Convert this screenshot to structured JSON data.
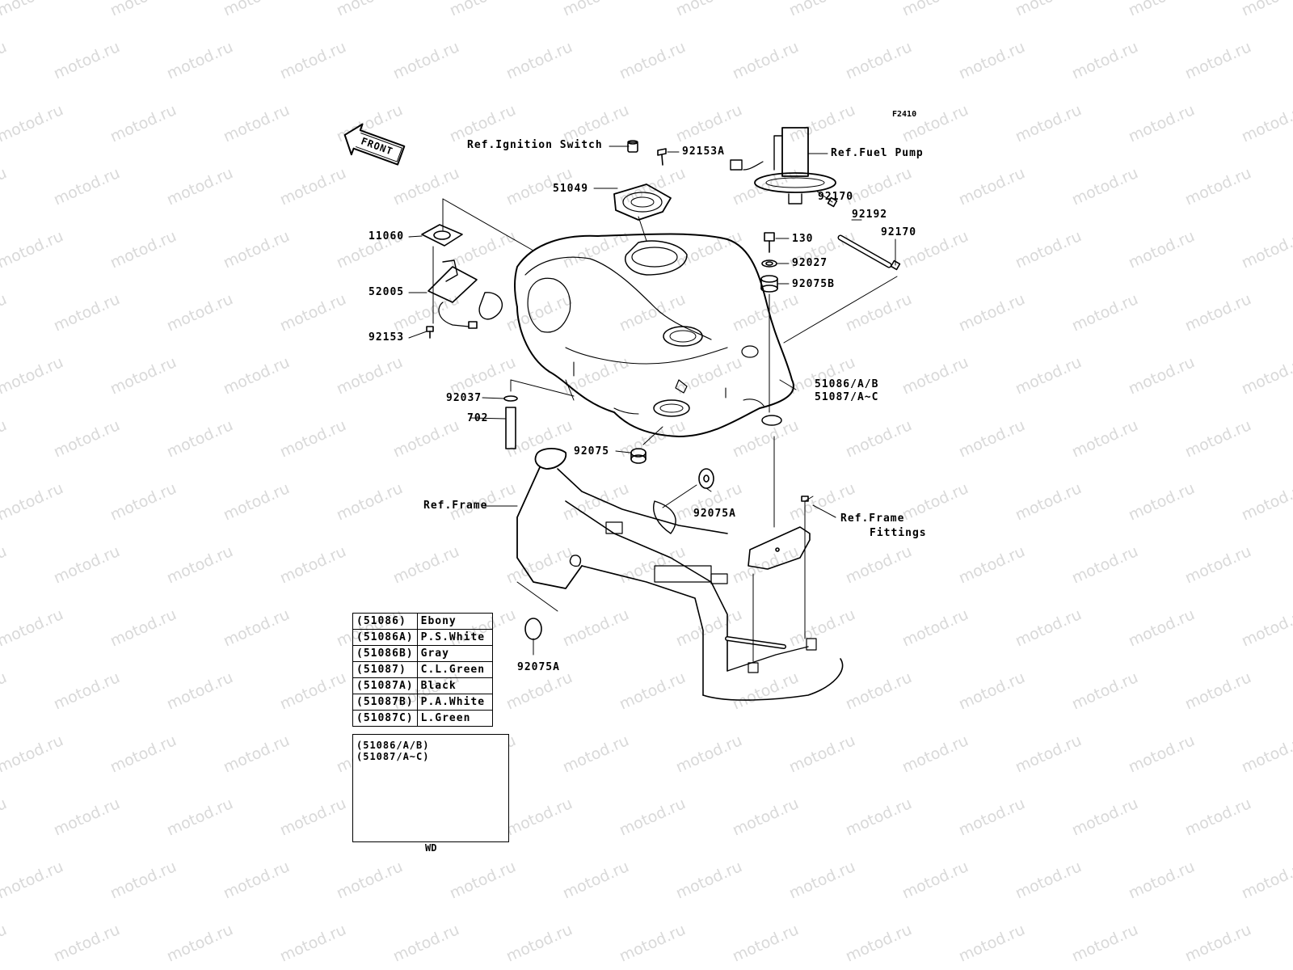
{
  "watermark_text": "motod.ru",
  "diagram_code": "F2410",
  "front_arrow": "FRONT",
  "labels": {
    "ignition_switch": "Ref.Ignition Switch",
    "p92153a": "92153A",
    "fuel_pump": "Ref.Fuel Pump",
    "p51049": "51049",
    "p92170_a": "92170",
    "p92192": "92192",
    "p92170_b": "92170",
    "p11060": "11060",
    "p130": "130",
    "p92027": "92027",
    "p52005": "52005",
    "p92075b": "92075B",
    "p92153": "92153",
    "tank_line1": "51086/A/B",
    "tank_line2": "51087/A~C",
    "p92037": "92037",
    "p702": "702",
    "p92075": "92075",
    "frame": "Ref.Frame",
    "p92075a_a": "92075A",
    "frame_fittings_1": "Ref.Frame",
    "frame_fittings_2": "Fittings",
    "p92075a_b": "92075A"
  },
  "color_table": [
    {
      "code": "(51086)",
      "name": "Ebony"
    },
    {
      "code": "(51086A)",
      "name": "P.S.White"
    },
    {
      "code": "(51086B)",
      "name": "Gray"
    },
    {
      "code": "(51087)",
      "name": "C.L.Green"
    },
    {
      "code": "(51087A)",
      "name": "Black"
    },
    {
      "code": "(51087B)",
      "name": "P.A.White"
    },
    {
      "code": "(51087C)",
      "name": "L.Green"
    }
  ],
  "inset": {
    "line1": "(51086/A/B)",
    "line2": "(51087/A~C)",
    "caption": "WD"
  }
}
